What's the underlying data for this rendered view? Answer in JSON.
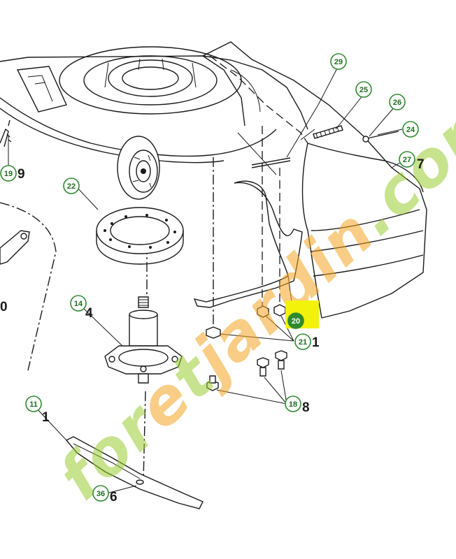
{
  "diagram": {
    "watermark": {
      "text_green": "for",
      "text_orange": "e",
      "text_green_2": "t",
      "text_orange_2": "jardin",
      "text_green_3": ".com"
    },
    "highlight_color": "#f2f20a",
    "callout_color": "#2f8a2f",
    "callouts": [
      {
        "id": "29",
        "suffix": ""
      },
      {
        "id": "25",
        "suffix": ""
      },
      {
        "id": "26",
        "suffix": ""
      },
      {
        "id": "24",
        "suffix": ""
      },
      {
        "id": "27",
        "suffix": "7"
      },
      {
        "id": "19",
        "suffix": "9"
      },
      {
        "id": "22",
        "suffix": ""
      },
      {
        "id": "14",
        "suffix": "4"
      },
      {
        "id": "20",
        "suffix": ""
      },
      {
        "id": "21",
        "suffix": "1"
      },
      {
        "id": "18",
        "suffix": "8"
      },
      {
        "id": "11",
        "suffix": "1"
      },
      {
        "id": "36",
        "suffix": "6"
      }
    ],
    "edge_label_left": "0"
  }
}
